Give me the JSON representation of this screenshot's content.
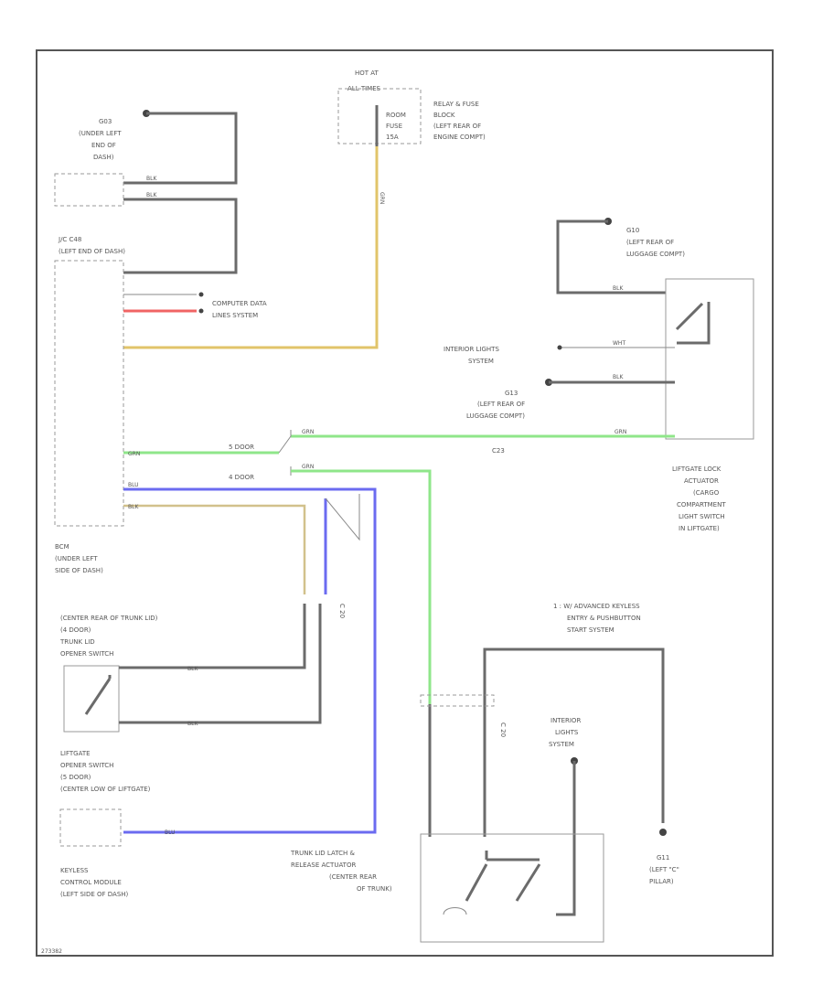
{
  "labels": {
    "hot_at": "HOT AT",
    "all_times": "ALL TIMES",
    "relay_fuse_1": "RELAY & FUSE",
    "relay_fuse_2": "BLOCK",
    "relay_fuse_3": "(LEFT REAR OF",
    "relay_fuse_4": "ENGINE COMPT)",
    "fuse_1": "ROOM",
    "fuse_2": "FUSE",
    "fuse_3": "15A",
    "g03_1": "G03",
    "g03_2": "(UNDER LEFT",
    "g03_3": "END OF",
    "g03_4": "DASH)",
    "jc_1": "J/C C48",
    "jc_2": "(LEFT END OF DASH)",
    "computer_1": "COMPUTER DATA",
    "computer_2": "LINES SYSTEM",
    "g10_1": "G10",
    "g10_2": "(LEFT REAR OF",
    "g10_3": "LUGGAGE COMPT)",
    "interior_lights": "INTERIOR LIGHTS",
    "system": "SYSTEM",
    "g13_1": "G13",
    "g13_2": "(LEFT REAR OF",
    "g13_3": "LUGGAGE COMPT)",
    "five_door": "5 DOOR",
    "four_door": "4 DOOR",
    "liftgate_lock_1": "LIFTGATE LOCK",
    "liftgate_lock_2": "ACTUATOR",
    "liftgate_lock_3": "(CARGO",
    "liftgate_lock_4": "COMPARTMENT",
    "liftgate_lock_5": "LIGHT SWITCH",
    "liftgate_lock_6": "IN LIFTGATE)",
    "body_1": "BCM",
    "body_2": "(UNDER LEFT",
    "body_3": "SIDE OF DASH)",
    "trunk_opener_1": "(CENTER REAR OF TRUNK LID)",
    "trunk_opener_2": "(4 DOOR)",
    "trunk_opener_3": "TRUNK LID",
    "trunk_opener_4": "OPENER SWITCH",
    "liftgate_opener_1": "LIFTGATE",
    "liftgate_opener_2": "OPENER SWITCH",
    "liftgate_opener_3": "(5 DOOR)",
    "liftgate_opener_4": "(CENTER LOW OF LIFTGATE)",
    "keyless_1": "KEYLESS",
    "keyless_2": "CONTROL MODULE",
    "keyless_3": "(LEFT SIDE OF DASH)",
    "note_1": "1 : W/ ADVANCED KEYLESS",
    "note_2": "ENTRY & PUSHBUTTON",
    "note_3": "START SYSTEM",
    "interior_lights2_1": "INTERIOR",
    "interior_lights2_2": "LIGHTS",
    "interior_lights2_3": "SYSTEM",
    "trunk_act_1": "TRUNK LID LATCH &",
    "trunk_act_2": "RELEASE ACTUATOR",
    "trunk_act_3": "(CENTER REAR",
    "trunk_act_4": "OF TRUNK)",
    "g11_1": "G11",
    "g11_2": "(LEFT \"C\"",
    "g11_3": "PILLAR)",
    "c23": "C23",
    "c20": "C 20",
    "c20b": "C 20",
    "blk": "BLK",
    "grn": "GRN",
    "blu": "BLU",
    "wht": "WHT",
    "dia_code": "273382"
  },
  "colors": {
    "frame": "#555555",
    "green": "#8fe68a",
    "blue": "#6b6bf0",
    "tan": "#d2c18c",
    "yellow": "#e1c46a",
    "red": "#f06464"
  }
}
